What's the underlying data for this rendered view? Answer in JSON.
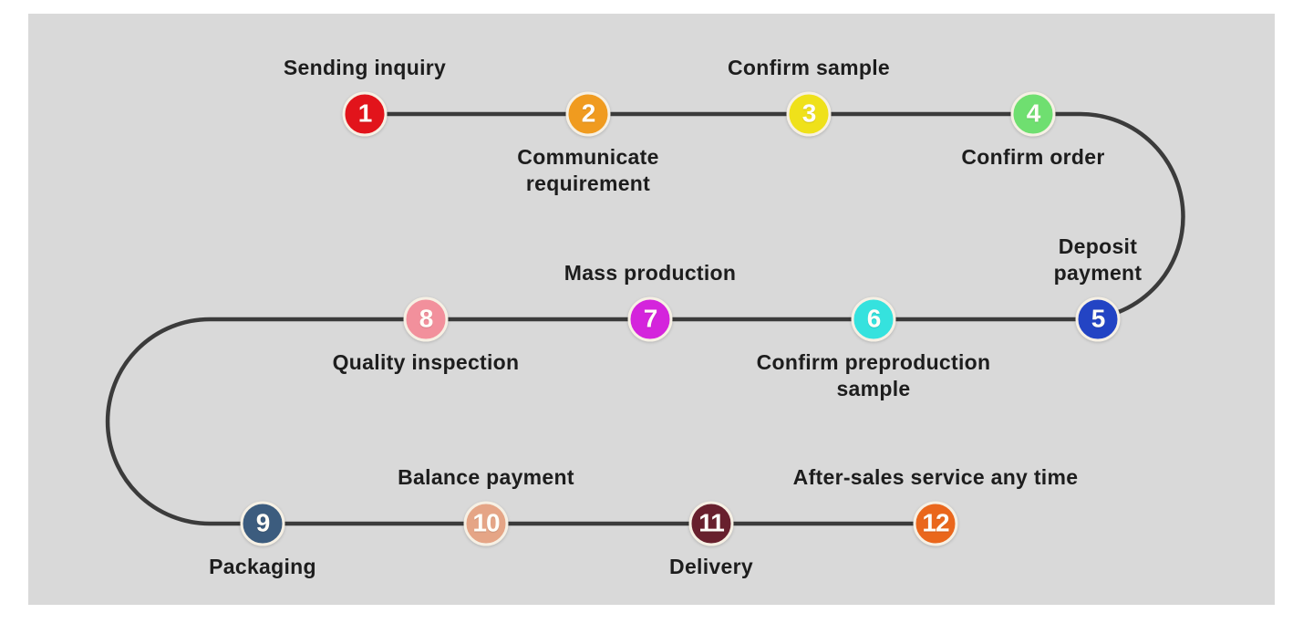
{
  "theme": {
    "page_bg": "#ffffff",
    "panel_bg": "#d9d9d9",
    "line": "#3b3b3b",
    "ring": "#f6f0e4",
    "number": "#fffdf8",
    "label": "#1d1d1d"
  },
  "diagram": {
    "type": "process-flow",
    "steps": [
      {
        "number": "1",
        "label": "Sending inquiry",
        "color": "#e2141b",
        "label_position": "above"
      },
      {
        "number": "2",
        "label": "Communicate\nrequirement",
        "color": "#f09b1f",
        "label_position": "below"
      },
      {
        "number": "3",
        "label": "Confirm sample",
        "color": "#efe11a",
        "label_position": "above"
      },
      {
        "number": "4",
        "label": "Confirm order",
        "color": "#6fdf70",
        "label_position": "below"
      },
      {
        "number": "5",
        "label": "Deposit\npayment",
        "color": "#2344c4",
        "label_position": "above"
      },
      {
        "number": "6",
        "label": "Confirm preproduction\nsample",
        "color": "#35e2de",
        "label_position": "below"
      },
      {
        "number": "7",
        "label": "Mass production",
        "color": "#d424dc",
        "label_position": "above"
      },
      {
        "number": "8",
        "label": "Quality inspection",
        "color": "#f2909c",
        "label_position": "below"
      },
      {
        "number": "9",
        "label": "Packaging",
        "color": "#3c5c7e",
        "label_position": "below"
      },
      {
        "number": "10",
        "label": "Balance payment",
        "color": "#e5a586",
        "label_position": "above"
      },
      {
        "number": "11",
        "label": "Delivery",
        "color": "#68202d",
        "label_position": "below"
      },
      {
        "number": "12",
        "label": "After-sales service any time",
        "color": "#ea671c",
        "label_position": "above"
      }
    ]
  }
}
